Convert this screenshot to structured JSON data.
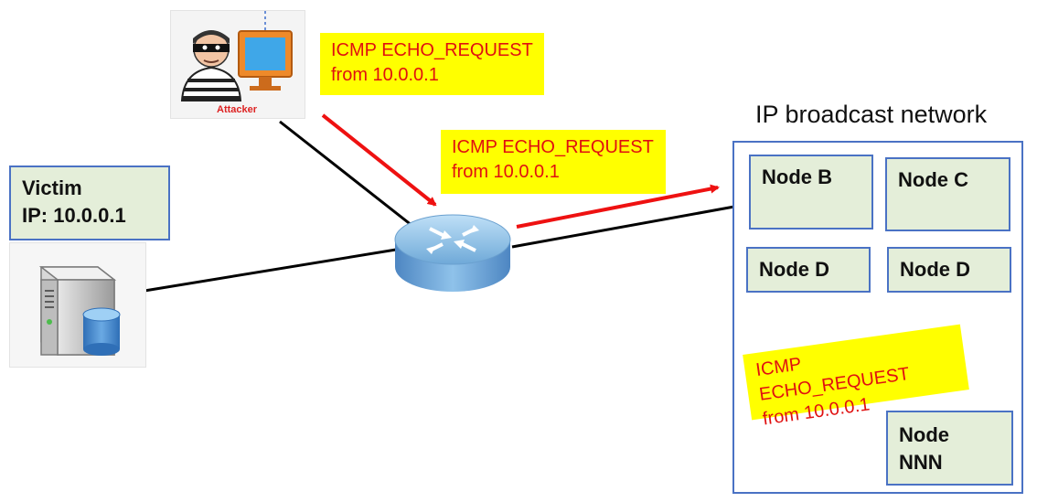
{
  "network": {
    "title": "IP broadcast network"
  },
  "victim": {
    "name": "Victim",
    "ip": "IP: 10.0.0.1"
  },
  "attacker": {
    "caption": "Attacker"
  },
  "labels": [
    {
      "line1": "ICMP ECHO_REQUEST",
      "line2": "from 10.0.0.1"
    },
    {
      "line1": "ICMP ECHO_REQUEST",
      "line2": "from 10.0.0.1"
    },
    {
      "line1": "ICMP ECHO_REQUEST",
      "line2": "from 10.0.0.1"
    }
  ],
  "nodes": [
    {
      "line1": "Node B",
      "line2": ""
    },
    {
      "line1": "Node C",
      "line2": ""
    },
    {
      "line1": "Node D",
      "line2": ""
    },
    {
      "line1": "Node D",
      "line2": ""
    },
    {
      "line1": "Node",
      "line2": "NNN"
    }
  ],
  "colors": {
    "arrow": "#ee1111",
    "wire": "#000000",
    "label_bg": "#ffff00",
    "label_text": "#e01010",
    "box_fill": "#e4eed9",
    "box_border": "#4a72c4"
  },
  "icons": {
    "attacker": "attacker-icon",
    "router": "router-icon",
    "server": "server-icon"
  }
}
